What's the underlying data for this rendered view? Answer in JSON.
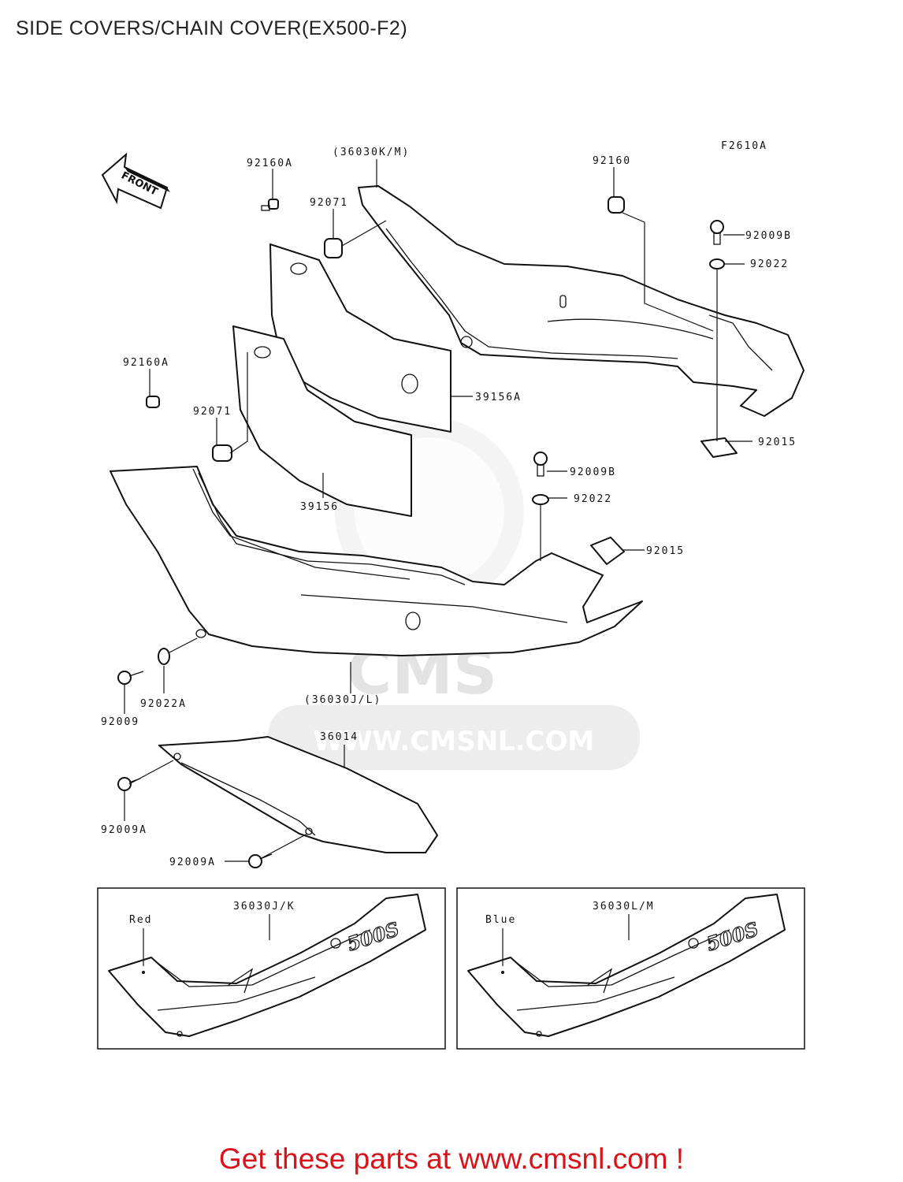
{
  "title": "SIDE COVERS/CHAIN COVER(EX500-F2)",
  "figure_code": "F2610A",
  "front_arrow_label": "FRONT",
  "watermark": {
    "brand": "CMS",
    "url": "WWW.CMSNL.COM"
  },
  "callouts": {
    "c1": "(36030K/M)",
    "c2": "92160A",
    "c3": "92071",
    "c4": "92160",
    "c5": "92009B",
    "c6": "92022",
    "c7": "92160A",
    "c8": "92071",
    "c9": "39156A",
    "c10": "92015",
    "c11": "39156",
    "c12": "92009B",
    "c13": "92022",
    "c14": "92015",
    "c15": "92009",
    "c16": "92022A",
    "c17": "(36030J/L)",
    "c18": "36014",
    "c19": "92009A",
    "c20": "92009A"
  },
  "inset_left": {
    "part": "36030J/K",
    "color": "Red",
    "decal": "500S"
  },
  "inset_right": {
    "part": "36030L/M",
    "color": "Blue",
    "decal": "500S"
  },
  "cta": "Get these parts at www.cmsnl.com !"
}
